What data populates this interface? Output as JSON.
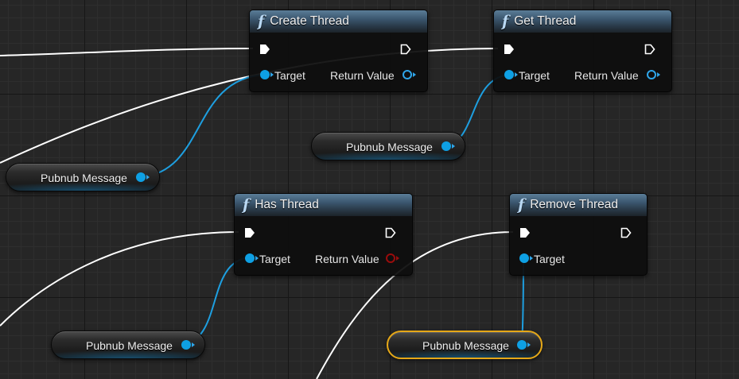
{
  "colors": {
    "exec_wire": "#ffffff",
    "data_wire": "#1e9fe0",
    "object_pin": "#0ea0e4",
    "bool_pin": "#9a0c0c",
    "selection": "#e6a817"
  },
  "nodes": {
    "create_thread": {
      "title": "Create Thread",
      "icon": "function-icon",
      "target_label": "Target",
      "return_label": "Return Value"
    },
    "get_thread": {
      "title": "Get Thread",
      "icon": "function-icon",
      "target_label": "Target",
      "return_label": "Return Value"
    },
    "has_thread": {
      "title": "Has Thread",
      "icon": "function-icon",
      "target_label": "Target",
      "return_label": "Return Value"
    },
    "remove_thread": {
      "title": "Remove Thread",
      "icon": "function-icon",
      "target_label": "Target"
    }
  },
  "variables": [
    {
      "label": "Pubnub Message",
      "selected": false
    },
    {
      "label": "Pubnub Message",
      "selected": false
    },
    {
      "label": "Pubnub Message",
      "selected": false
    },
    {
      "label": "Pubnub Message",
      "selected": true
    }
  ],
  "function_glyph": "f"
}
